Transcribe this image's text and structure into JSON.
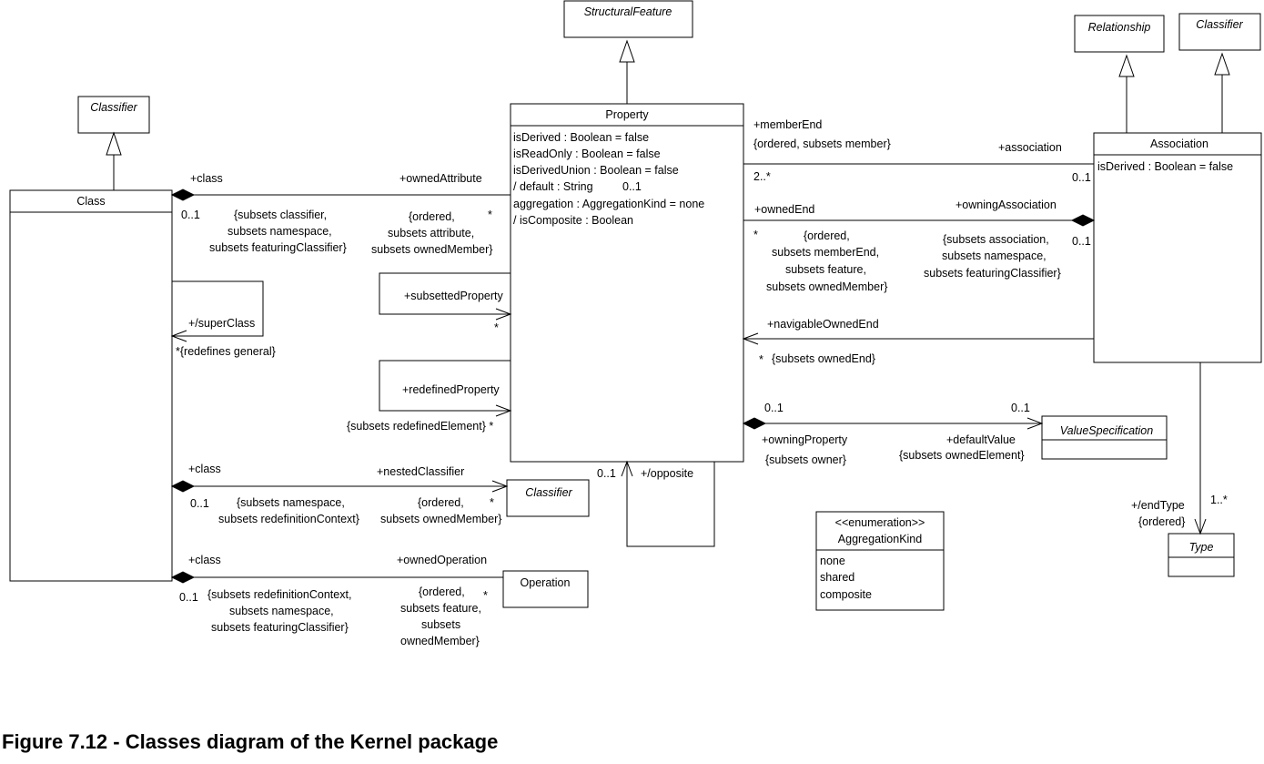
{
  "caption": "Figure 7.12 - Classes diagram of the Kernel package",
  "classes": {
    "structural_feature": {
      "name": "StructuralFeature"
    },
    "relationship": {
      "name": "Relationship"
    },
    "classifier_top_right": {
      "name": "Classifier"
    },
    "classifier_left": {
      "name": "Classifier"
    },
    "class": {
      "name": "Class"
    },
    "property": {
      "name": "Property",
      "attributes": [
        "isDerived : Boolean = false",
        "isReadOnly : Boolean = false",
        "isDerivedUnion : Boolean = false",
        "/ default : String",
        "aggregation : AggregationKind = none",
        "/ isComposite : Boolean"
      ],
      "default_multiplicity": "0..1"
    },
    "association": {
      "name": "Association",
      "attributes": [
        "isDerived : Boolean = false"
      ]
    },
    "value_specification": {
      "name": "ValueSpecification"
    },
    "classifier_nested": {
      "name": "Classifier"
    },
    "operation": {
      "name": "Operation"
    },
    "type": {
      "name": "Type"
    },
    "aggregation_kind": {
      "stereotype": "<<enumeration>>",
      "name": "AggregationKind",
      "literals": [
        "none",
        "shared",
        "composite"
      ]
    }
  },
  "labels": {
    "class_role_1": "+class",
    "owned_attribute": "+ownedAttribute",
    "mult_0_1_a": "0..1",
    "subsets_classifier_1": "{subsets classifier,",
    "subsets_classifier_2": "subsets namespace,",
    "subsets_classifier_3": "subsets featuringClassifier}",
    "ordered_attr_1": "{ordered,",
    "ordered_attr_2": "subsets attribute,",
    "ordered_attr_3": "subsets ownedMember}",
    "star_a": "*",
    "subsetted_property": "+subsettedProperty",
    "star_b": "*",
    "super_class": "+/superClass",
    "redefines_general": "*{redefines general}",
    "redefined_property": "+redefinedProperty",
    "subsets_redefined_element": "{subsets redefinedElement} *",
    "class_role_2": "+class",
    "nested_classifier": "+nestedClassifier",
    "mult_0_1_b": "0..1",
    "subsets_ns_1": "{subsets namespace,",
    "subsets_ns_2": "subsets redefinitionContext}",
    "ordered_nested_1": "{ordered,",
    "ordered_nested_2": "subsets ownedMember}",
    "star_c": "*",
    "class_role_3": "+class",
    "owned_operation": "+ownedOperation",
    "mult_0_1_c": "0..1",
    "subsets_rc_1": "{subsets redefinitionContext,",
    "subsets_rc_2": "subsets namespace,",
    "subsets_rc_3": "subsets featuringClassifier}",
    "ordered_op_1": "{ordered,",
    "ordered_op_2": "subsets feature,",
    "ordered_op_3": "subsets",
    "ordered_op_4": "ownedMember}",
    "star_d": "*",
    "opposite_mult": "0..1",
    "opposite": "+/opposite",
    "member_end": "+memberEnd",
    "ordered_member": "{ordered, subsets member}",
    "association_role": "+association",
    "mult_2": "2..*",
    "mult_0_1_d": "0..1",
    "owned_end": "+ownedEnd",
    "owning_association": "+owningAssociation",
    "star_e": "*",
    "ordered_end_1": "{ordered,",
    "ordered_end_2": "subsets memberEnd,",
    "ordered_end_3": "subsets feature,",
    "ordered_end_4": "subsets ownedMember}",
    "mult_0_1_e": "0..1",
    "subsets_assoc_1": "{subsets association,",
    "subsets_assoc_2": "subsets namespace,",
    "subsets_assoc_3": "subsets featuringClassifier}",
    "navigable_owned_end": "+navigableOwnedEnd",
    "star_f": "*",
    "subsets_owned_end": "{subsets ownedEnd}",
    "mult_0_1_f": "0..1",
    "mult_0_1_g": "0..1",
    "owning_property": "+owningProperty",
    "default_value": "+defaultValue",
    "subsets_owner": "{subsets owner}",
    "subsets_owned_element": "{subsets ownedElement}",
    "end_type": "+/endType",
    "ordered_type": "{ordered}",
    "mult_1": "1..*"
  }
}
